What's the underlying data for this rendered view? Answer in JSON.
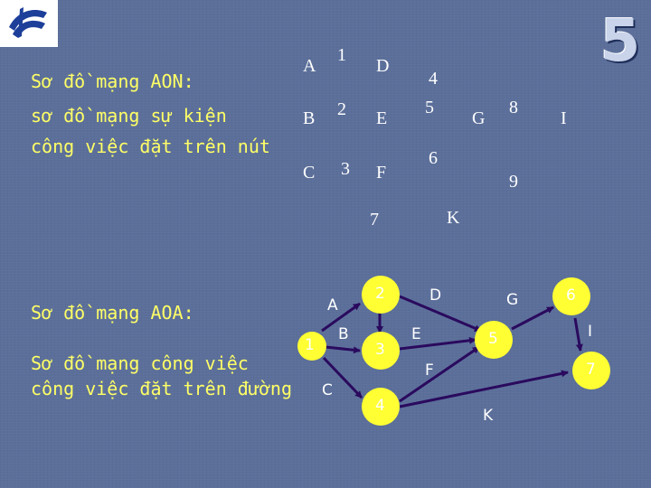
{
  "header": {
    "slide_number": "5"
  },
  "aon": {
    "title": "Sơ đồ mạng AON:",
    "description_line1": "sơ đồ mạng sự kiện",
    "description_line2": "công việc đặt trên nút",
    "nodes": [
      {
        "id": "A",
        "label": "A"
      },
      {
        "id": "B",
        "label": "B"
      },
      {
        "id": "C",
        "label": "C"
      },
      {
        "id": "D",
        "label": "D"
      },
      {
        "id": "E",
        "label": "E"
      },
      {
        "id": "F",
        "label": "F"
      },
      {
        "id": "G",
        "label": "G"
      },
      {
        "id": "I",
        "label": "I"
      },
      {
        "id": "K",
        "label": "K"
      }
    ],
    "numbers": [
      "1",
      "2",
      "3",
      "4",
      "5",
      "6",
      "7",
      "8",
      "9"
    ]
  },
  "aoa": {
    "title": "Sơ đồ mạng AOA:",
    "description_line1": "Sơ đồ mạng công việc",
    "description_line2": "công việc đặt trên đường",
    "event_nodes": [
      "1",
      "2",
      "3",
      "4",
      "5",
      "6",
      "7"
    ],
    "activity_labels": [
      "A",
      "B",
      "C",
      "D",
      "E",
      "F",
      "G",
      "I",
      "K"
    ]
  },
  "colors": {
    "background": "#5b6f9a",
    "accent_text": "#ffff66",
    "text": "#ffffff"
  }
}
